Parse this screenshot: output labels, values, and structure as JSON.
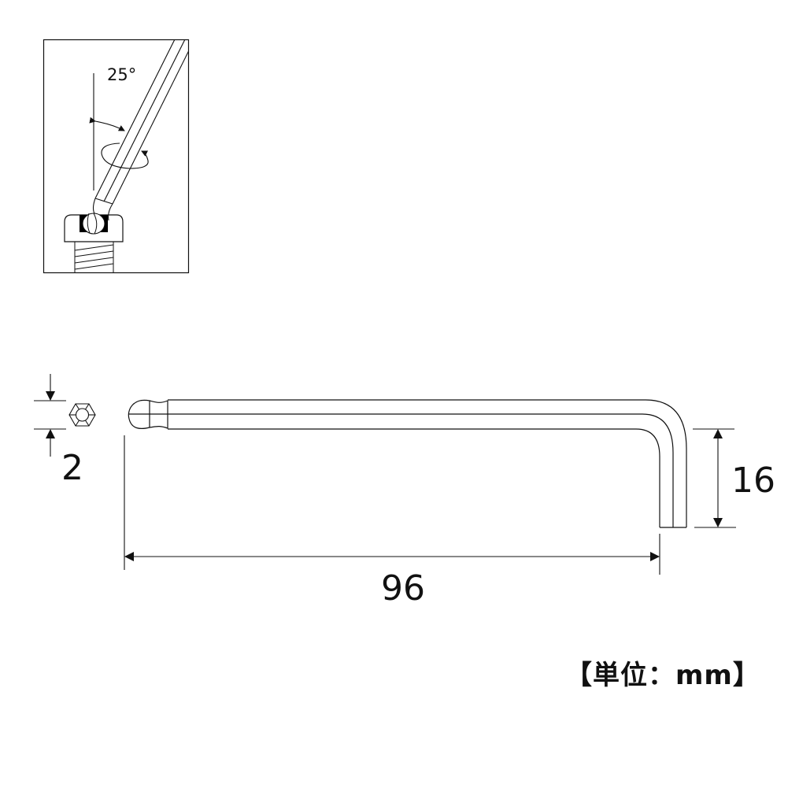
{
  "diagram": {
    "subject": "Ball-point L-shaped hex key wrench",
    "inset": {
      "angle_label": "25°",
      "description": "Ball end inserted into hex socket screw at tilt angle with rotation arrow"
    },
    "dimensions": {
      "hex_size": "2",
      "total_length": "96",
      "short_leg_length": "16"
    },
    "units_label": "【単位：mm】",
    "colors": {
      "line": "#111111",
      "background": "#ffffff",
      "fill_dark": "#000000"
    }
  }
}
